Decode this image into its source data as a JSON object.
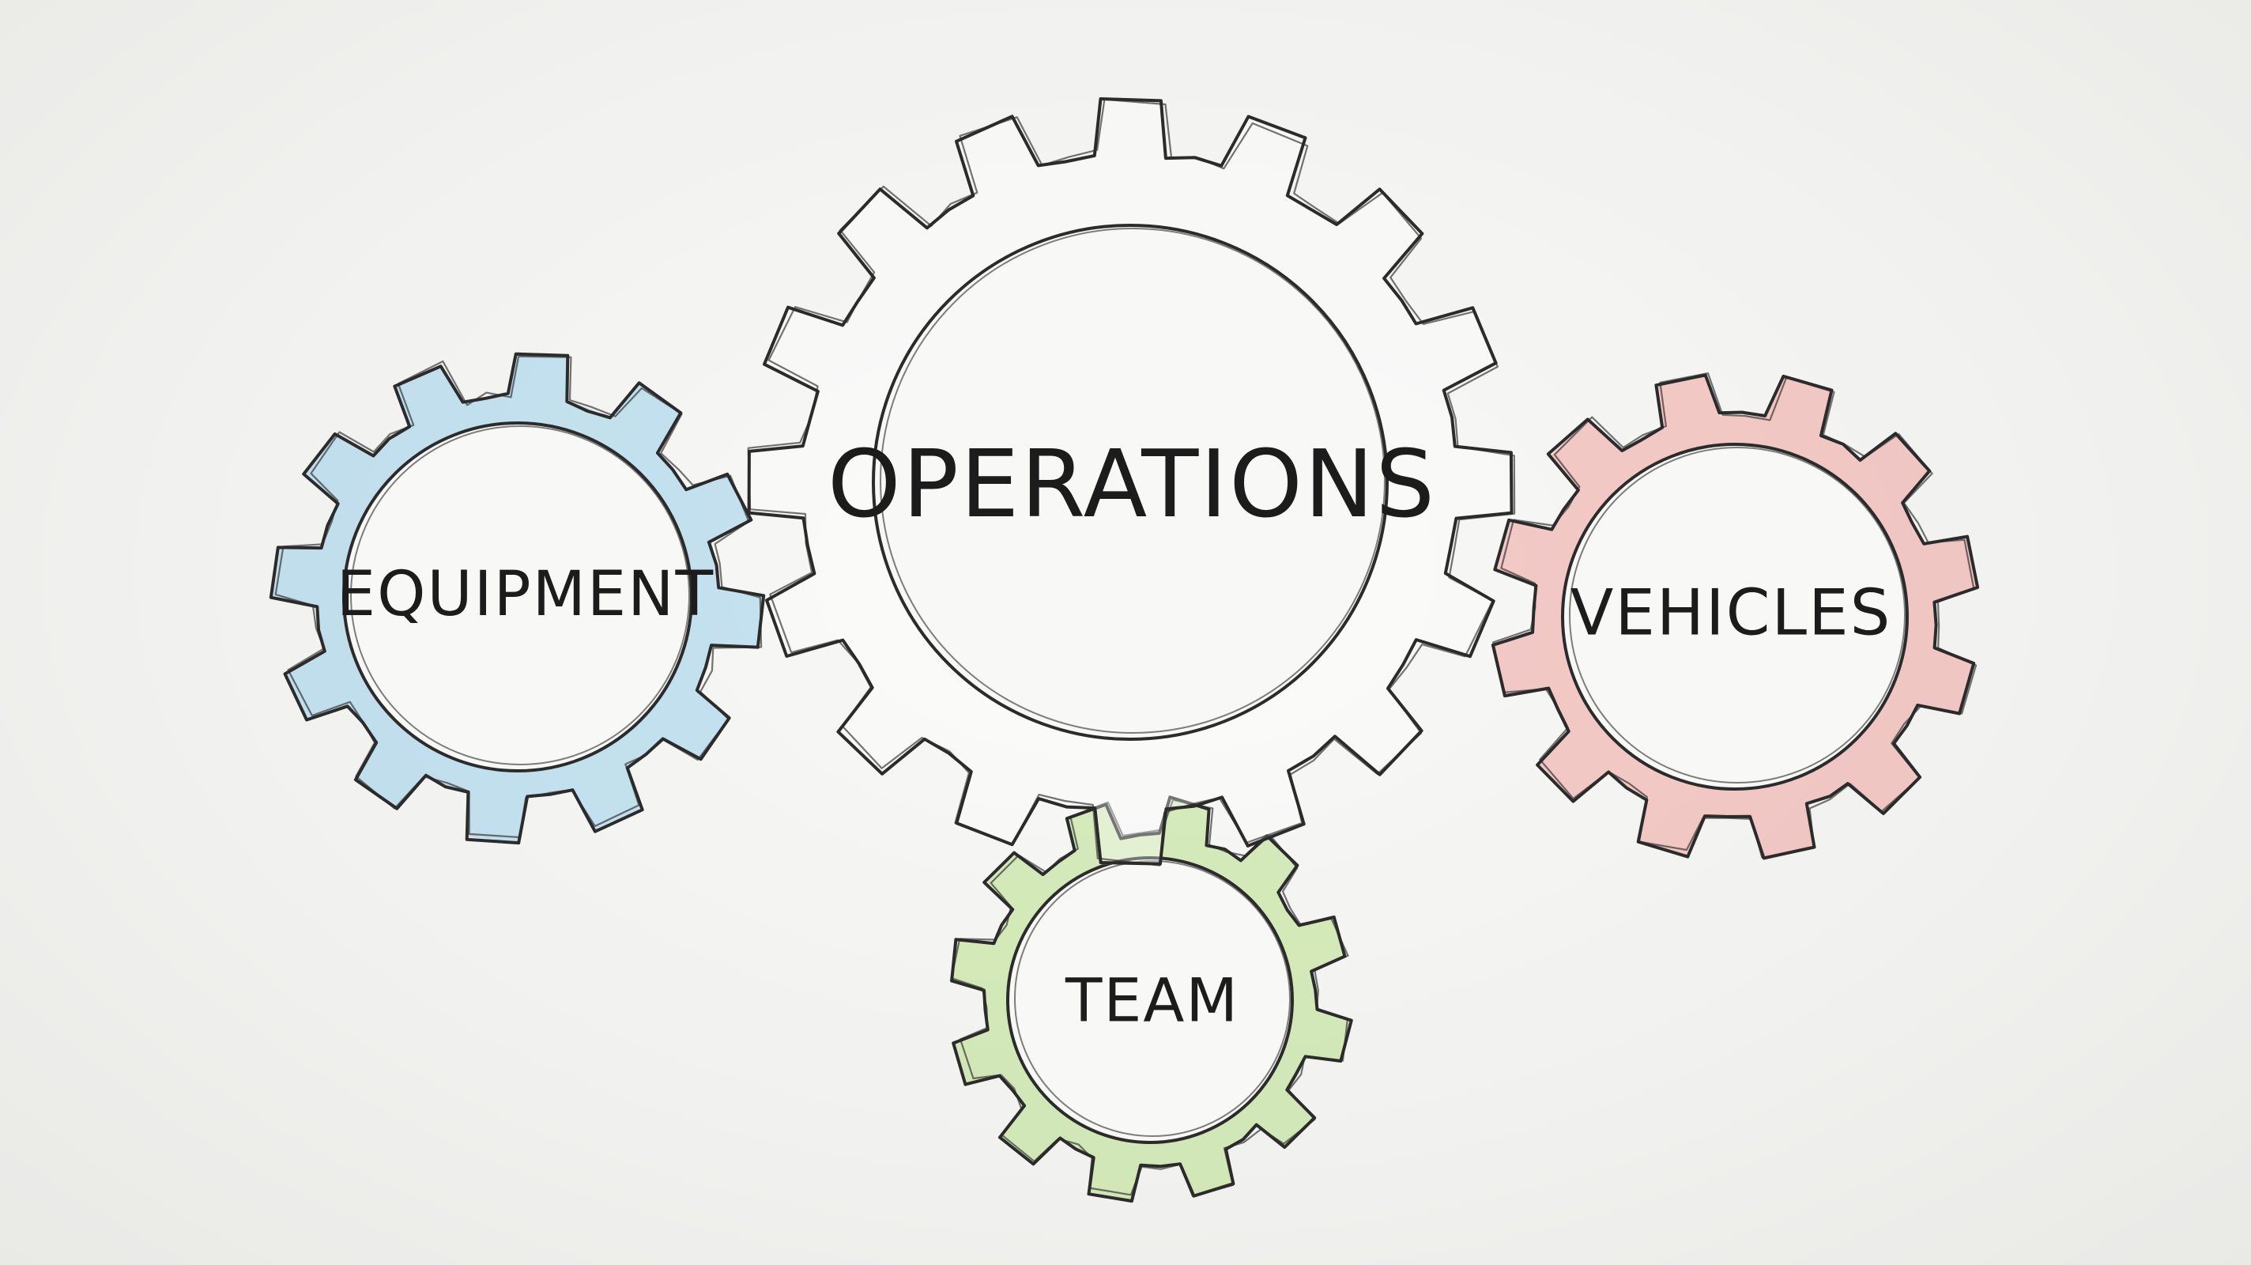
{
  "diagram": {
    "gears": [
      {
        "id": "operations",
        "label": "OPERATIONS",
        "tint": "#ffffff",
        "stroke": "#2b2b2b",
        "teeth": 16
      },
      {
        "id": "equipment",
        "label": "EQUIPMENT",
        "tint": "#7fc3e6",
        "stroke": "#2b2b2b",
        "teeth": 12
      },
      {
        "id": "vehicles",
        "label": "VEHICLES",
        "tint": "#ee8a85",
        "stroke": "#2b2b2b",
        "teeth": 12
      },
      {
        "id": "team",
        "label": "TEAM",
        "tint": "#a8d96a",
        "stroke": "#2b2b2b",
        "teeth": 12
      }
    ]
  }
}
